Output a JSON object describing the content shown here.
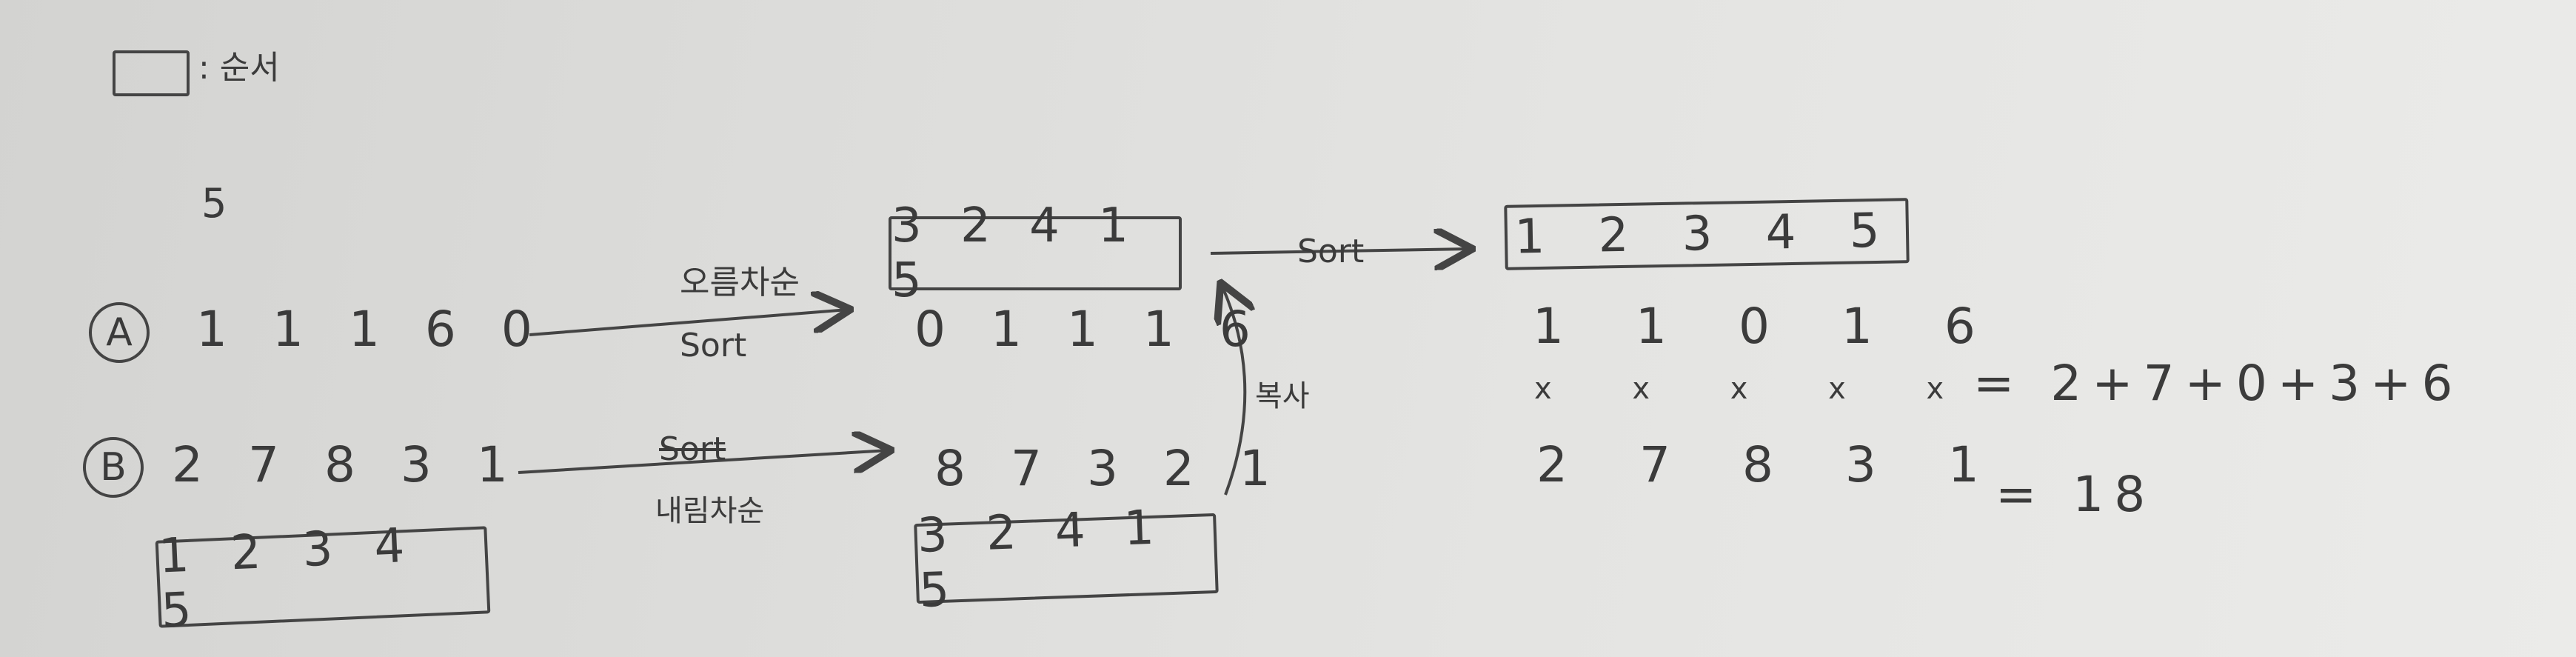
{
  "legend": {
    "symbol_label": ": 순서"
  },
  "n": "5",
  "row_a": {
    "label": "A",
    "values": "1 1 1 6 0"
  },
  "row_b": {
    "label": "B",
    "values": "2 7 8 3 1"
  },
  "arrow_asc": {
    "top": "오름차순",
    "bottom": "Sort"
  },
  "arrow_desc": {
    "top": "Sort",
    "bottom": "내림차순"
  },
  "order_b_box": "1 2 3 4 5",
  "mid_top_box": "3 2 4 1 5",
  "mid_a_sorted": "0 1 1 1 6",
  "mid_b_sorted": "8 7 3 2 1",
  "mid_bottom_box": "3 2 4 1 5",
  "copy_label": "복사",
  "arrow_sort": "Sort",
  "right_box": "1 2 3 4 5",
  "right_a": "1 1 0 1 6",
  "right_x": "x x x x x",
  "right_b": "2 7 8 3 1",
  "sum_expr": "= 2+7+0+3+6",
  "sum_result": "= 18"
}
